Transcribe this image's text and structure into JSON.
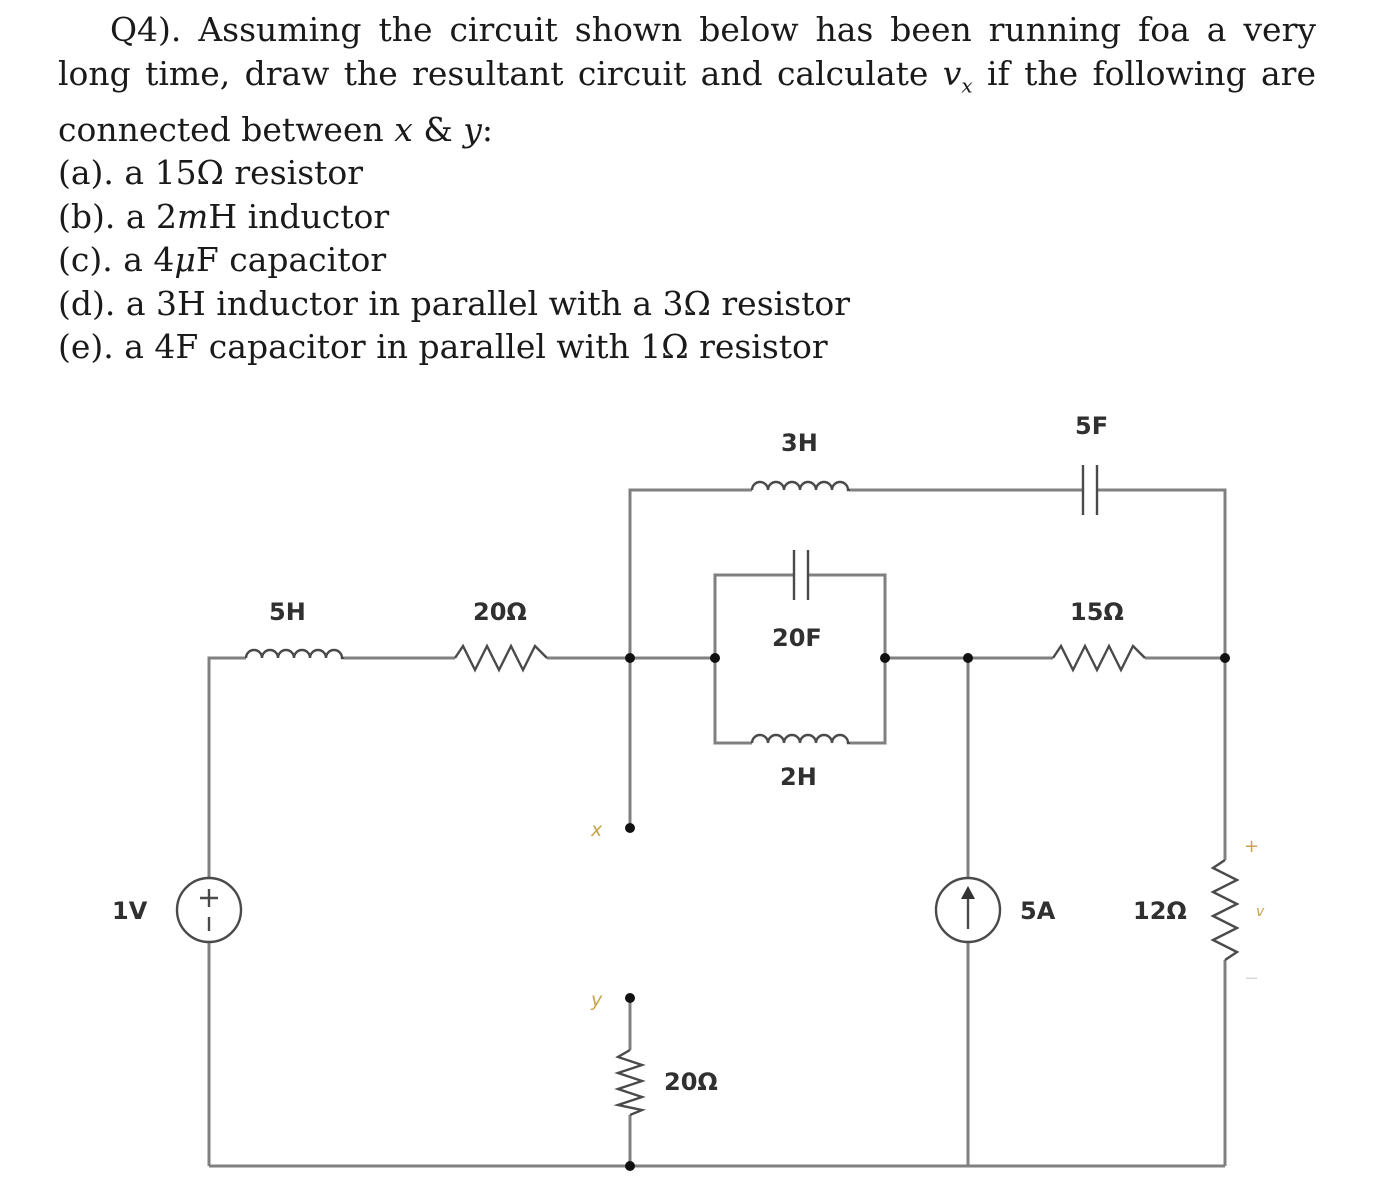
{
  "question": {
    "lead": "Q4). Assuming the circuit shown below has been running foa a very long time, draw the resultant circuit and calculate ",
    "vx": "v",
    "vx_sub": "x",
    "mid": " if the following are connected between ",
    "x": "x",
    "amp": " & ",
    "y": "y",
    "end": ":",
    "items": [
      "(a). a 15Ω resistor",
      "(b). a 2",
      "(c). a 4",
      "(d). a 3H inductor in parallel with a 3Ω resistor",
      "(e). a 4F capacitor in parallel with 1Ω resistor"
    ],
    "item_b_m": "m",
    "item_b_rest": "H inductor",
    "item_c_mu": "μ",
    "item_c_rest": "F capacitor"
  },
  "circuit": {
    "labels": {
      "source_v": "1V",
      "inductor_5h": "5H",
      "resistor_20a": "20Ω",
      "inductor_3h": "3H",
      "capacitor_5f": "5F",
      "capacitor_20f": "20F",
      "inductor_2h": "2H",
      "resistor_15": "15Ω",
      "source_i": "5A",
      "resistor_12": "12Ω",
      "resistor_20b": "20Ω",
      "terminal_x": "x",
      "terminal_y": "y",
      "vx_label": "v",
      "vx_plus": "+",
      "vx_minus": "−",
      "src_plus": "+"
    }
  }
}
